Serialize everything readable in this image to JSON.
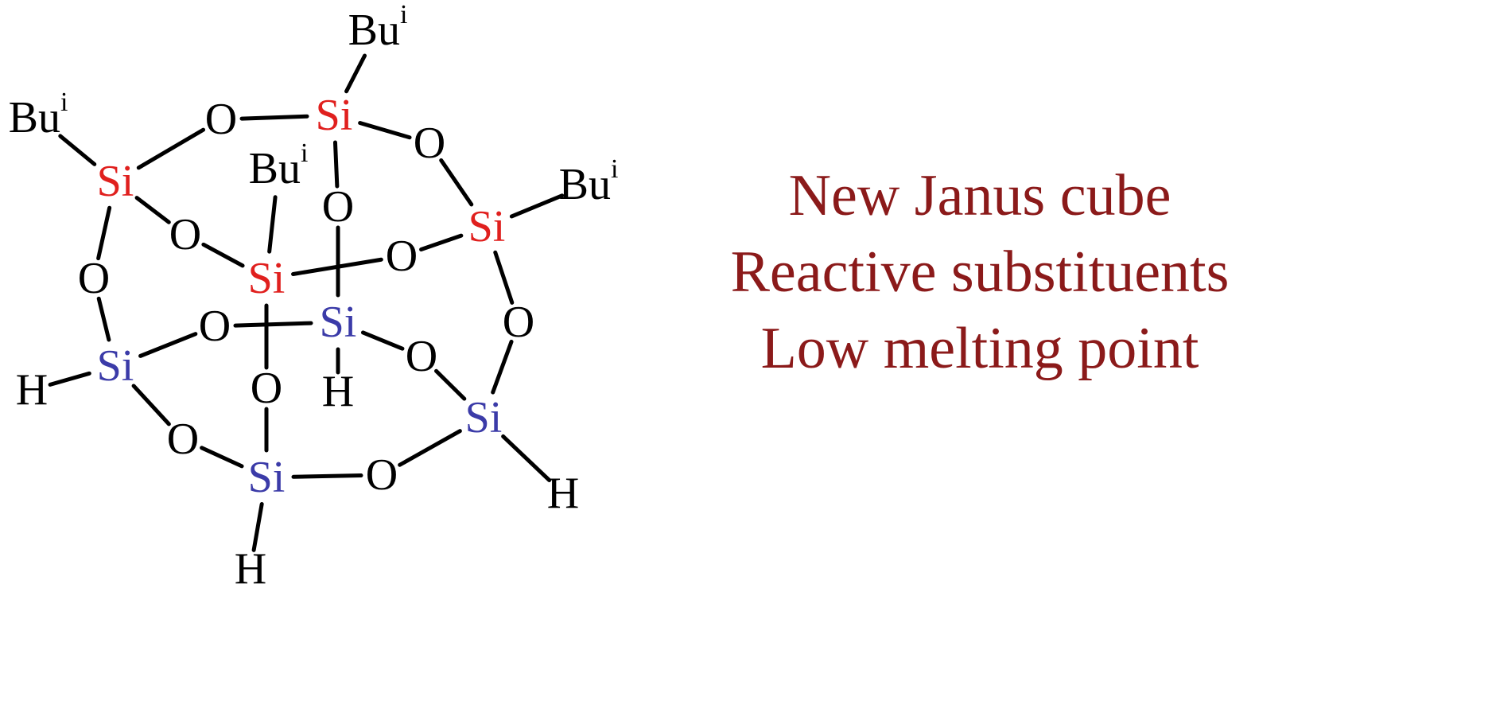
{
  "colors": {
    "red_si": "#e0201e",
    "blue_si": "#3b3ba8",
    "caption": "#8b1a1a",
    "bond": "#000000"
  },
  "molecule": {
    "si_label": "Si",
    "o_label": "O",
    "h_label": "H",
    "bu_label": "Bu",
    "bu_superscript": "i"
  },
  "caption": {
    "lines": [
      "New Janus cube",
      "Reactive substituents",
      "Low melting point"
    ]
  }
}
